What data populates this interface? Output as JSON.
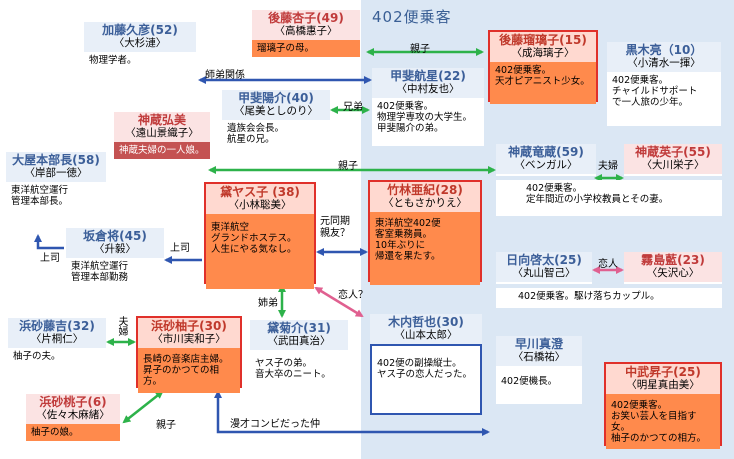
{
  "title": "402便乗客",
  "people": {
    "goto_kyoko": {
      "name": "後藤杏子(49)",
      "actor": "〈高橋惠子〉",
      "desc": "瑠璃子の母。"
    },
    "goto_ruriko": {
      "name": "後藤瑠璃子(15)",
      "actor": "〈成海璃子〉",
      "desc": "402便乗客。\n天才ピアニスト少女。"
    },
    "kuroki_ryo": {
      "name": "黒木亮（10）",
      "actor": "〈小清水一揮〉",
      "desc": "402便乗客。\nチャイルドサポート\nで一人旅の少年。"
    },
    "kato_hisahiko": {
      "name": "加藤久彦(52)",
      "actor": "〈大杉漣〉",
      "desc": "物理学者。"
    },
    "kai_kouya": {
      "name": "甲斐航星(22)",
      "actor": "〈中村友也〉",
      "desc": "402便乗客。\n物理学専攻の大学生。\n甲斐陽介の弟。"
    },
    "kai_yosuke": {
      "name": "甲斐陽介(40)",
      "actor": "〈尾美としのり〉",
      "desc": "遺族会会長。\n航星の兄。"
    },
    "kamikura_hiromi": {
      "name": "神蔵弘美",
      "actor": "〈遠山景織子〉",
      "desc": "神蔵夫婦の一人娘。"
    },
    "kamikura_ryuzo": {
      "name": "神蔵竜蔵(59)",
      "actor": "〈ベンガル〉",
      "desc": "402便乗客。\n定年間近の小学校教員とその妻。"
    },
    "kamikura_eiko": {
      "name": "神蔵英子(55)",
      "actor": "〈大川栄子〉",
      "desc": ""
    },
    "oya": {
      "name": "大屋本部長(58)",
      "actor": "〈岸部一徳〉",
      "desc": "東洋航空運行\n管理本部長。"
    },
    "mayuzumi_yasuko": {
      "name": "黛ヤス子 (38)",
      "actor": "〈小林聡美〉",
      "desc": "東洋航空\nグランドホステス。\n人生にやる気なし。"
    },
    "takebayashi_aki": {
      "name": "竹林亜紀(28)",
      "actor": "〈ともさかりえ〉",
      "desc": "東洋航空402便\n客室乗務員。\n10年ぶりに\n帰還を果たす。"
    },
    "sakamoto_masaru": {
      "name": "坂倉将(45)",
      "actor": "〈升毅〉",
      "desc": "東洋航空運行\n管理本部勤務"
    },
    "hinata_keita": {
      "name": "日向啓太(25)",
      "actor": "〈丸山智己〉",
      "desc": "402便乗客。駆け落ちカップル。"
    },
    "kirishima_ai": {
      "name": "霧島藍(23)",
      "actor": "〈矢沢心〉",
      "desc": ""
    },
    "hamasago_fujikichi": {
      "name": "浜砂藤吉(32)",
      "actor": "〈片桐仁〉",
      "desc": "柚子の夫。"
    },
    "hamasago_yuzuko": {
      "name": "浜砂柚子(30)",
      "actor": "〈市川実和子〉",
      "desc": "長崎の音楽店主婦。\n昇子のかつての相方。"
    },
    "mayuzumi_kikusuke": {
      "name": "黛菊介(31)",
      "actor": "〈武田真治〉",
      "desc": "ヤス子の弟。\n音大卒のニート。"
    },
    "kiuchi_tetsuya": {
      "name": "木内哲也(30)",
      "actor": "〈山本太郎〉",
      "desc": "402便の副操縦士。\nヤス子の恋人だった。"
    },
    "hayakawa_masumi": {
      "name": "早川真澄",
      "actor": "〈石橋祐〉",
      "desc": "402便機長。"
    },
    "nakatake_shoko": {
      "name": "中武昇子(25)",
      "actor": "〈明星真由美〉",
      "desc": "402便乗客。\nお笑い芸人を目指す女。\n柚子のかつての相方。"
    },
    "hamasago_momoko": {
      "name": "浜砂桃子(6)",
      "actor": "〈佐々木麻緒〉",
      "desc": "柚子の娘。"
    }
  },
  "relations": {
    "oyako1": "親子",
    "shitei": "師弟関係",
    "kyodai": "兄弟",
    "fufu1": "夫婦",
    "oyako2": "親子",
    "douki": "元同期\n親友？",
    "joushi1": "上司",
    "joushi2": "上司",
    "koibito1": "恋人",
    "koibito2": "恋人？",
    "shitei2": "姉弟",
    "fufu2": "夫婦",
    "oyako3": "親子",
    "manzai": "漫才コンビだった仲"
  }
}
